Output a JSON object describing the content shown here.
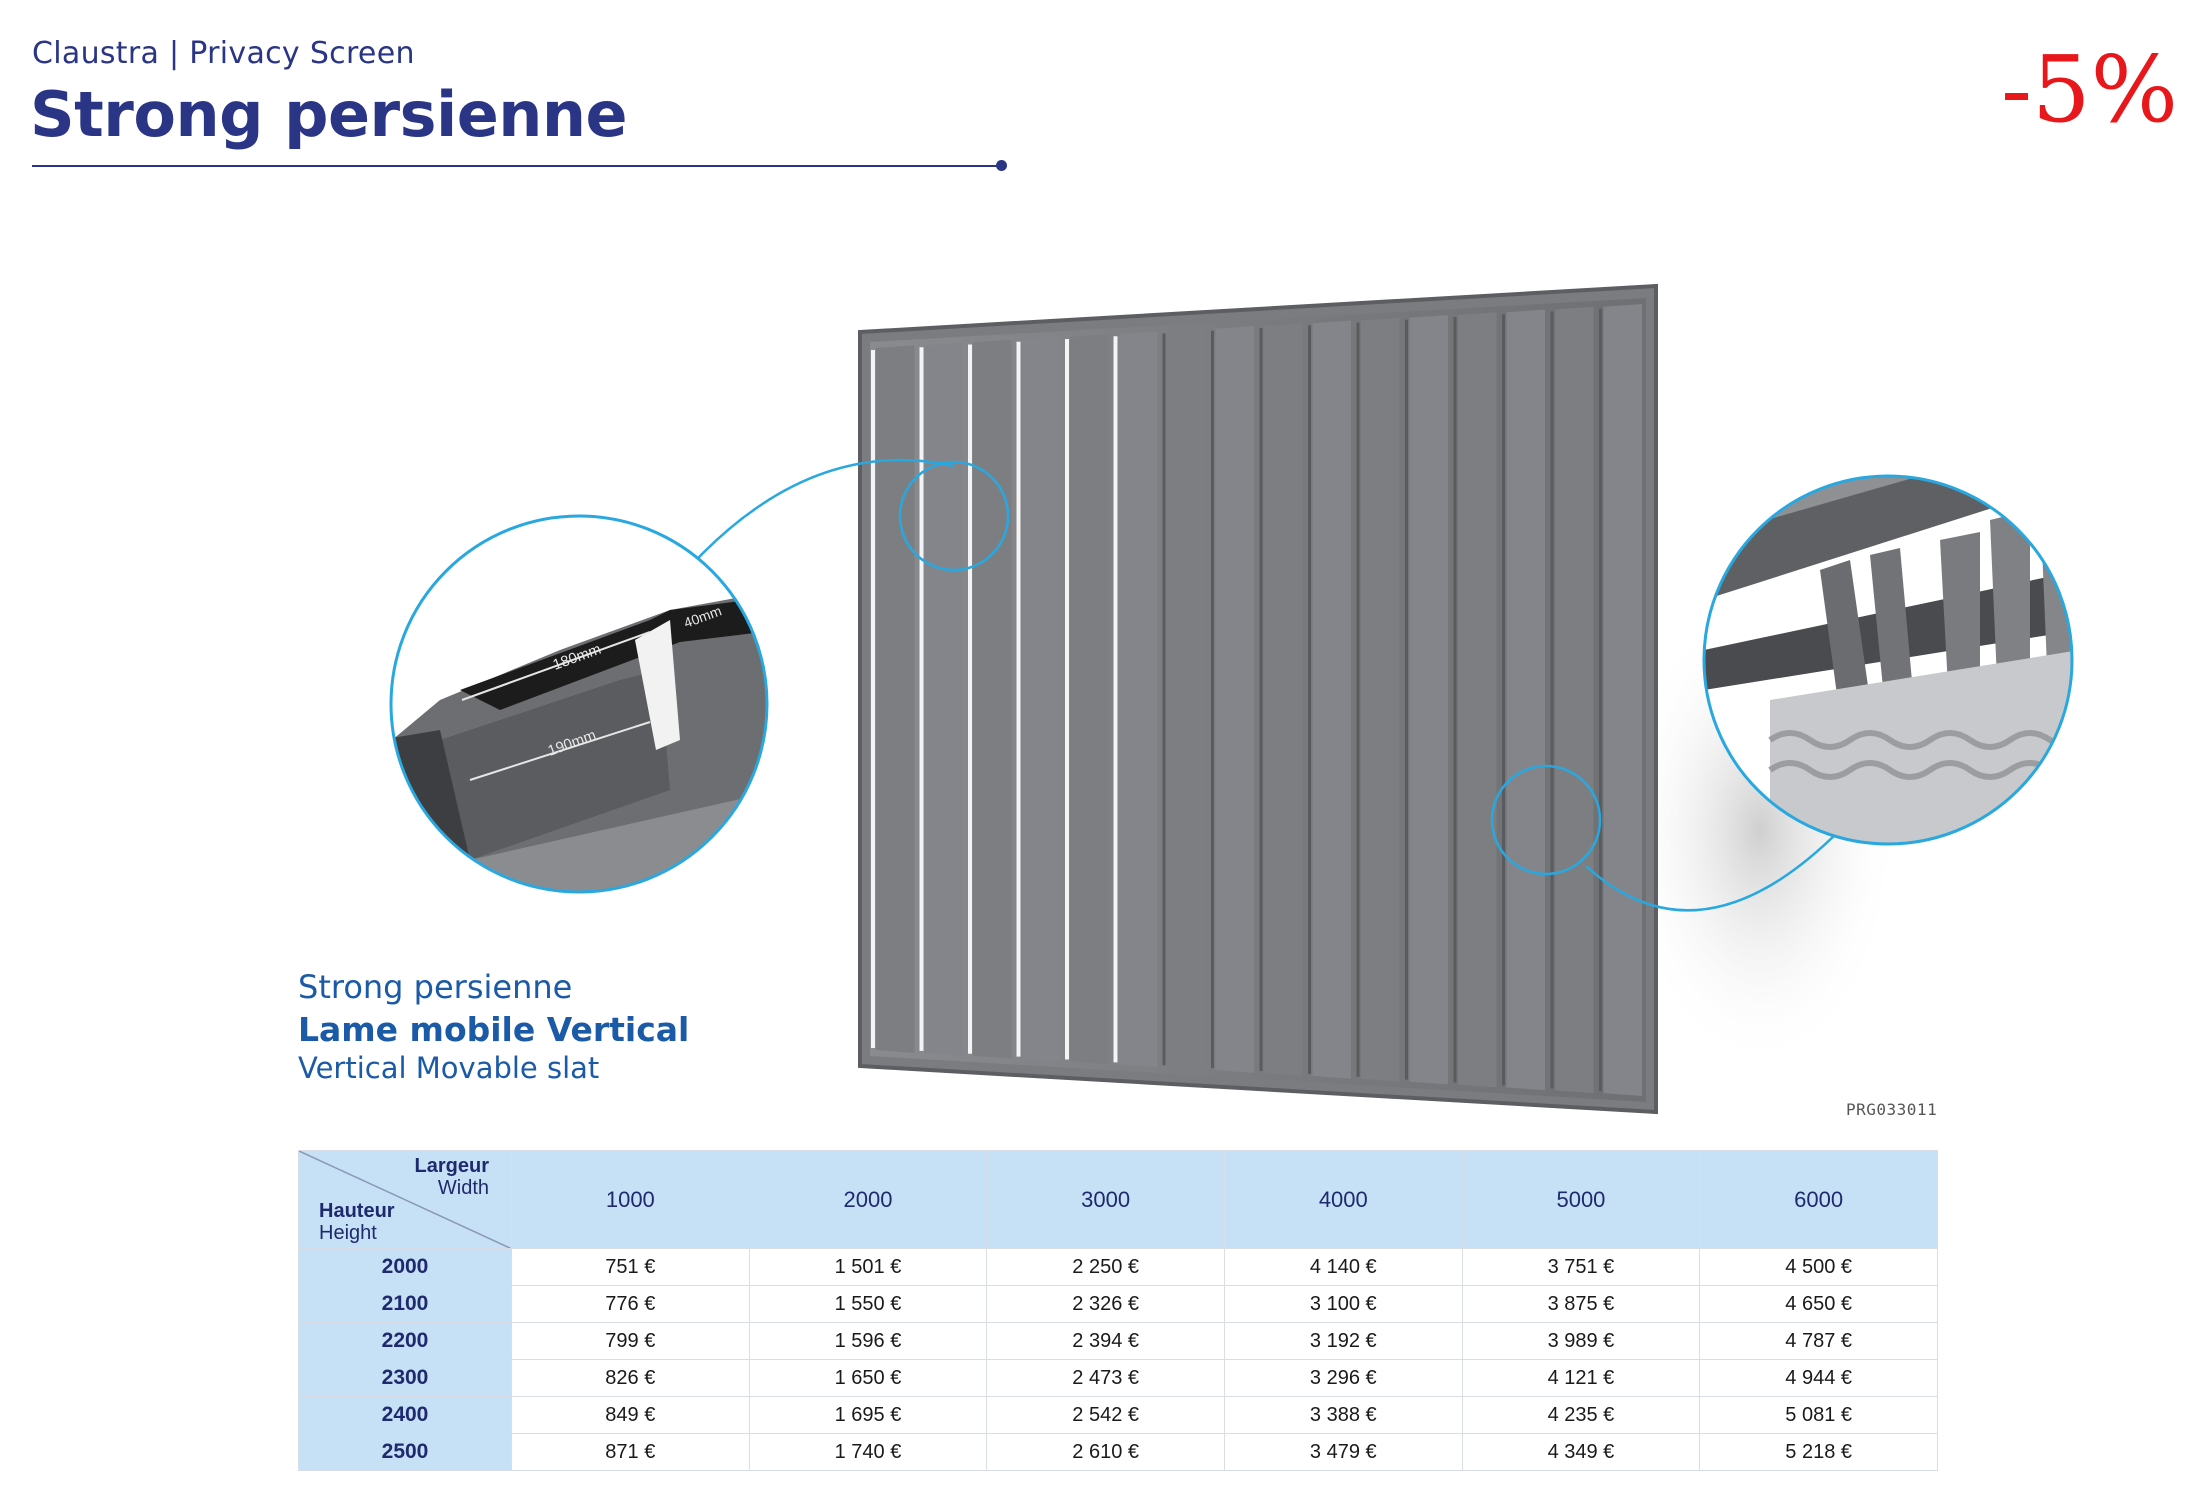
{
  "header": {
    "subtitle": "Claustra | Privacy Screen",
    "title": "Strong persienne",
    "discount": "-5%"
  },
  "caption": {
    "line1": "Strong persienne",
    "line2": "Lame mobile Vertical",
    "line3": "Vertical Movable slat"
  },
  "product_ref": "PRG033011",
  "detail_dimensions": [
    "180mm",
    "190mm",
    "40mm"
  ],
  "colors": {
    "brand_navy": "#2a3586",
    "caption_blue": "#1b5aa6",
    "discount_red": "#e8171c",
    "table_header_bg": "#c6e1f6",
    "callout_blue": "#29a8e0",
    "panel_grey": "#808285"
  },
  "table": {
    "corner": {
      "width_fr": "Largeur",
      "width_en": "Width",
      "height_fr": "Hauteur",
      "height_en": "Height"
    },
    "columns": [
      "1000",
      "2000",
      "3000",
      "4000",
      "5000",
      "6000"
    ],
    "rows": [
      {
        "height": "2000",
        "prices": [
          "751 €",
          "1 501 €",
          "2 250 €",
          "4 140 €",
          "3 751 €",
          "4 500 €"
        ]
      },
      {
        "height": "2100",
        "prices": [
          "776 €",
          "1 550 €",
          "2 326 €",
          "3 100 €",
          "3 875 €",
          "4 650 €"
        ]
      },
      {
        "height": "2200",
        "prices": [
          "799 €",
          "1 596 €",
          "2 394 €",
          "3 192 €",
          "3 989 €",
          "4 787 €"
        ]
      },
      {
        "height": "2300",
        "prices": [
          "826 €",
          "1 650 €",
          "2 473 €",
          "3 296 €",
          "4 121 €",
          "4 944 €"
        ]
      },
      {
        "height": "2400",
        "prices": [
          "849 €",
          "1 695 €",
          "2 542 €",
          "3 388 €",
          "4 235 €",
          "5 081 €"
        ]
      },
      {
        "height": "2500",
        "prices": [
          "871 €",
          "1 740 €",
          "2 610 €",
          "3 479 €",
          "4 349 €",
          "5 218 €"
        ]
      }
    ]
  }
}
